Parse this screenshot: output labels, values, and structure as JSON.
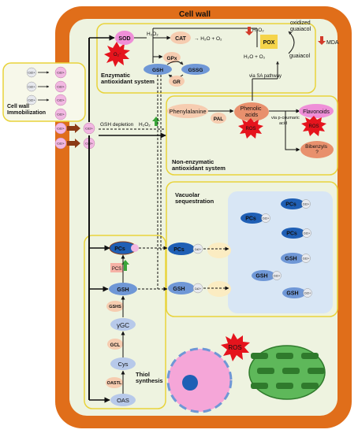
{
  "labels": {
    "cell_wall": "Cell wall",
    "cell_wall_immobilization": "Cell wall\nImmobilization",
    "enzymatic_system": "Enzymatic\nantioxidant system",
    "non_enzymatic_system": "Non-enzymatic\nantioxidant system",
    "vacuolar_sequestration": "Vacuolar\nsequestration",
    "thiol_synthesis": "Thiol\nsynthesis",
    "gsh_depletion": "GSH depletion",
    "h2o2_rise": "H₂O₂",
    "via_sa": "via SA pathway",
    "via_pcoumaric": "via p-coumaric\nacid"
  },
  "enzymatic": {
    "sod": "SOD",
    "o2_radical": "O₂⁻",
    "h2o2": "H₂O₂",
    "cat": "CAT",
    "cat_product": "→ H₂O + O₂",
    "gpx": "GPx",
    "gsh": "GSH",
    "gssg": "GSSG",
    "gr": "GR",
    "pox": "POX",
    "pox_h2o2": "H₂O₂",
    "oxidized_guaiacol": "oxidized\nguaiacol",
    "guaiacol": "guaiacol",
    "pox_product": "H₂O + O₂",
    "mda": "MDA"
  },
  "nonenzymatic": {
    "phenylalanine": "Phenylalanine",
    "pal": "PAL",
    "phenolic_acids": "Phenolic\nacids",
    "flavonoids": "Flavonoids",
    "bibenzyls": "Bibenzyls\n?",
    "ros": "ROS"
  },
  "thiol": {
    "pcs_complex": "PCs",
    "pcs": "PCS",
    "gsh": "GSH",
    "gshs": "GSHS",
    "ygc": "γGC",
    "gcl": "GCL",
    "cys": "Cys",
    "oastl": "OASTL",
    "oas": "OAS"
  },
  "vacuole": {
    "items": [
      "PCs",
      "PCs",
      "PCs",
      "GSH",
      "GSH",
      "GSH"
    ],
    "cd_label": "Cd2+",
    "pcs_transport": "PCs",
    "gsh_transport": "GSH"
  },
  "cd_ions": {
    "label": "Cd2+",
    "wall_bound_count": 5,
    "entering_count": 2
  },
  "organelles": {
    "ros": "ROS"
  },
  "colors": {
    "cell_wall": "#e06e1a",
    "cytoplasm": "#eef3e0",
    "box_border": "#e8d33a",
    "vacuole": "#d8e6f5",
    "pink_cd": "#f2b8e2",
    "ros_red": "#e5141d",
    "sod_pink": "#ef8fd8",
    "enzyme_peach": "#f6ccb0",
    "light_blue": "#b7c9ea",
    "mid_blue": "#6f97d6",
    "dark_blue": "#1f5fb5",
    "green_arrow": "#3aa53a",
    "mda_red": "#d23b2b",
    "chloroplast": "#5eb85a",
    "nucleus_pink": "#f5a6d8"
  }
}
